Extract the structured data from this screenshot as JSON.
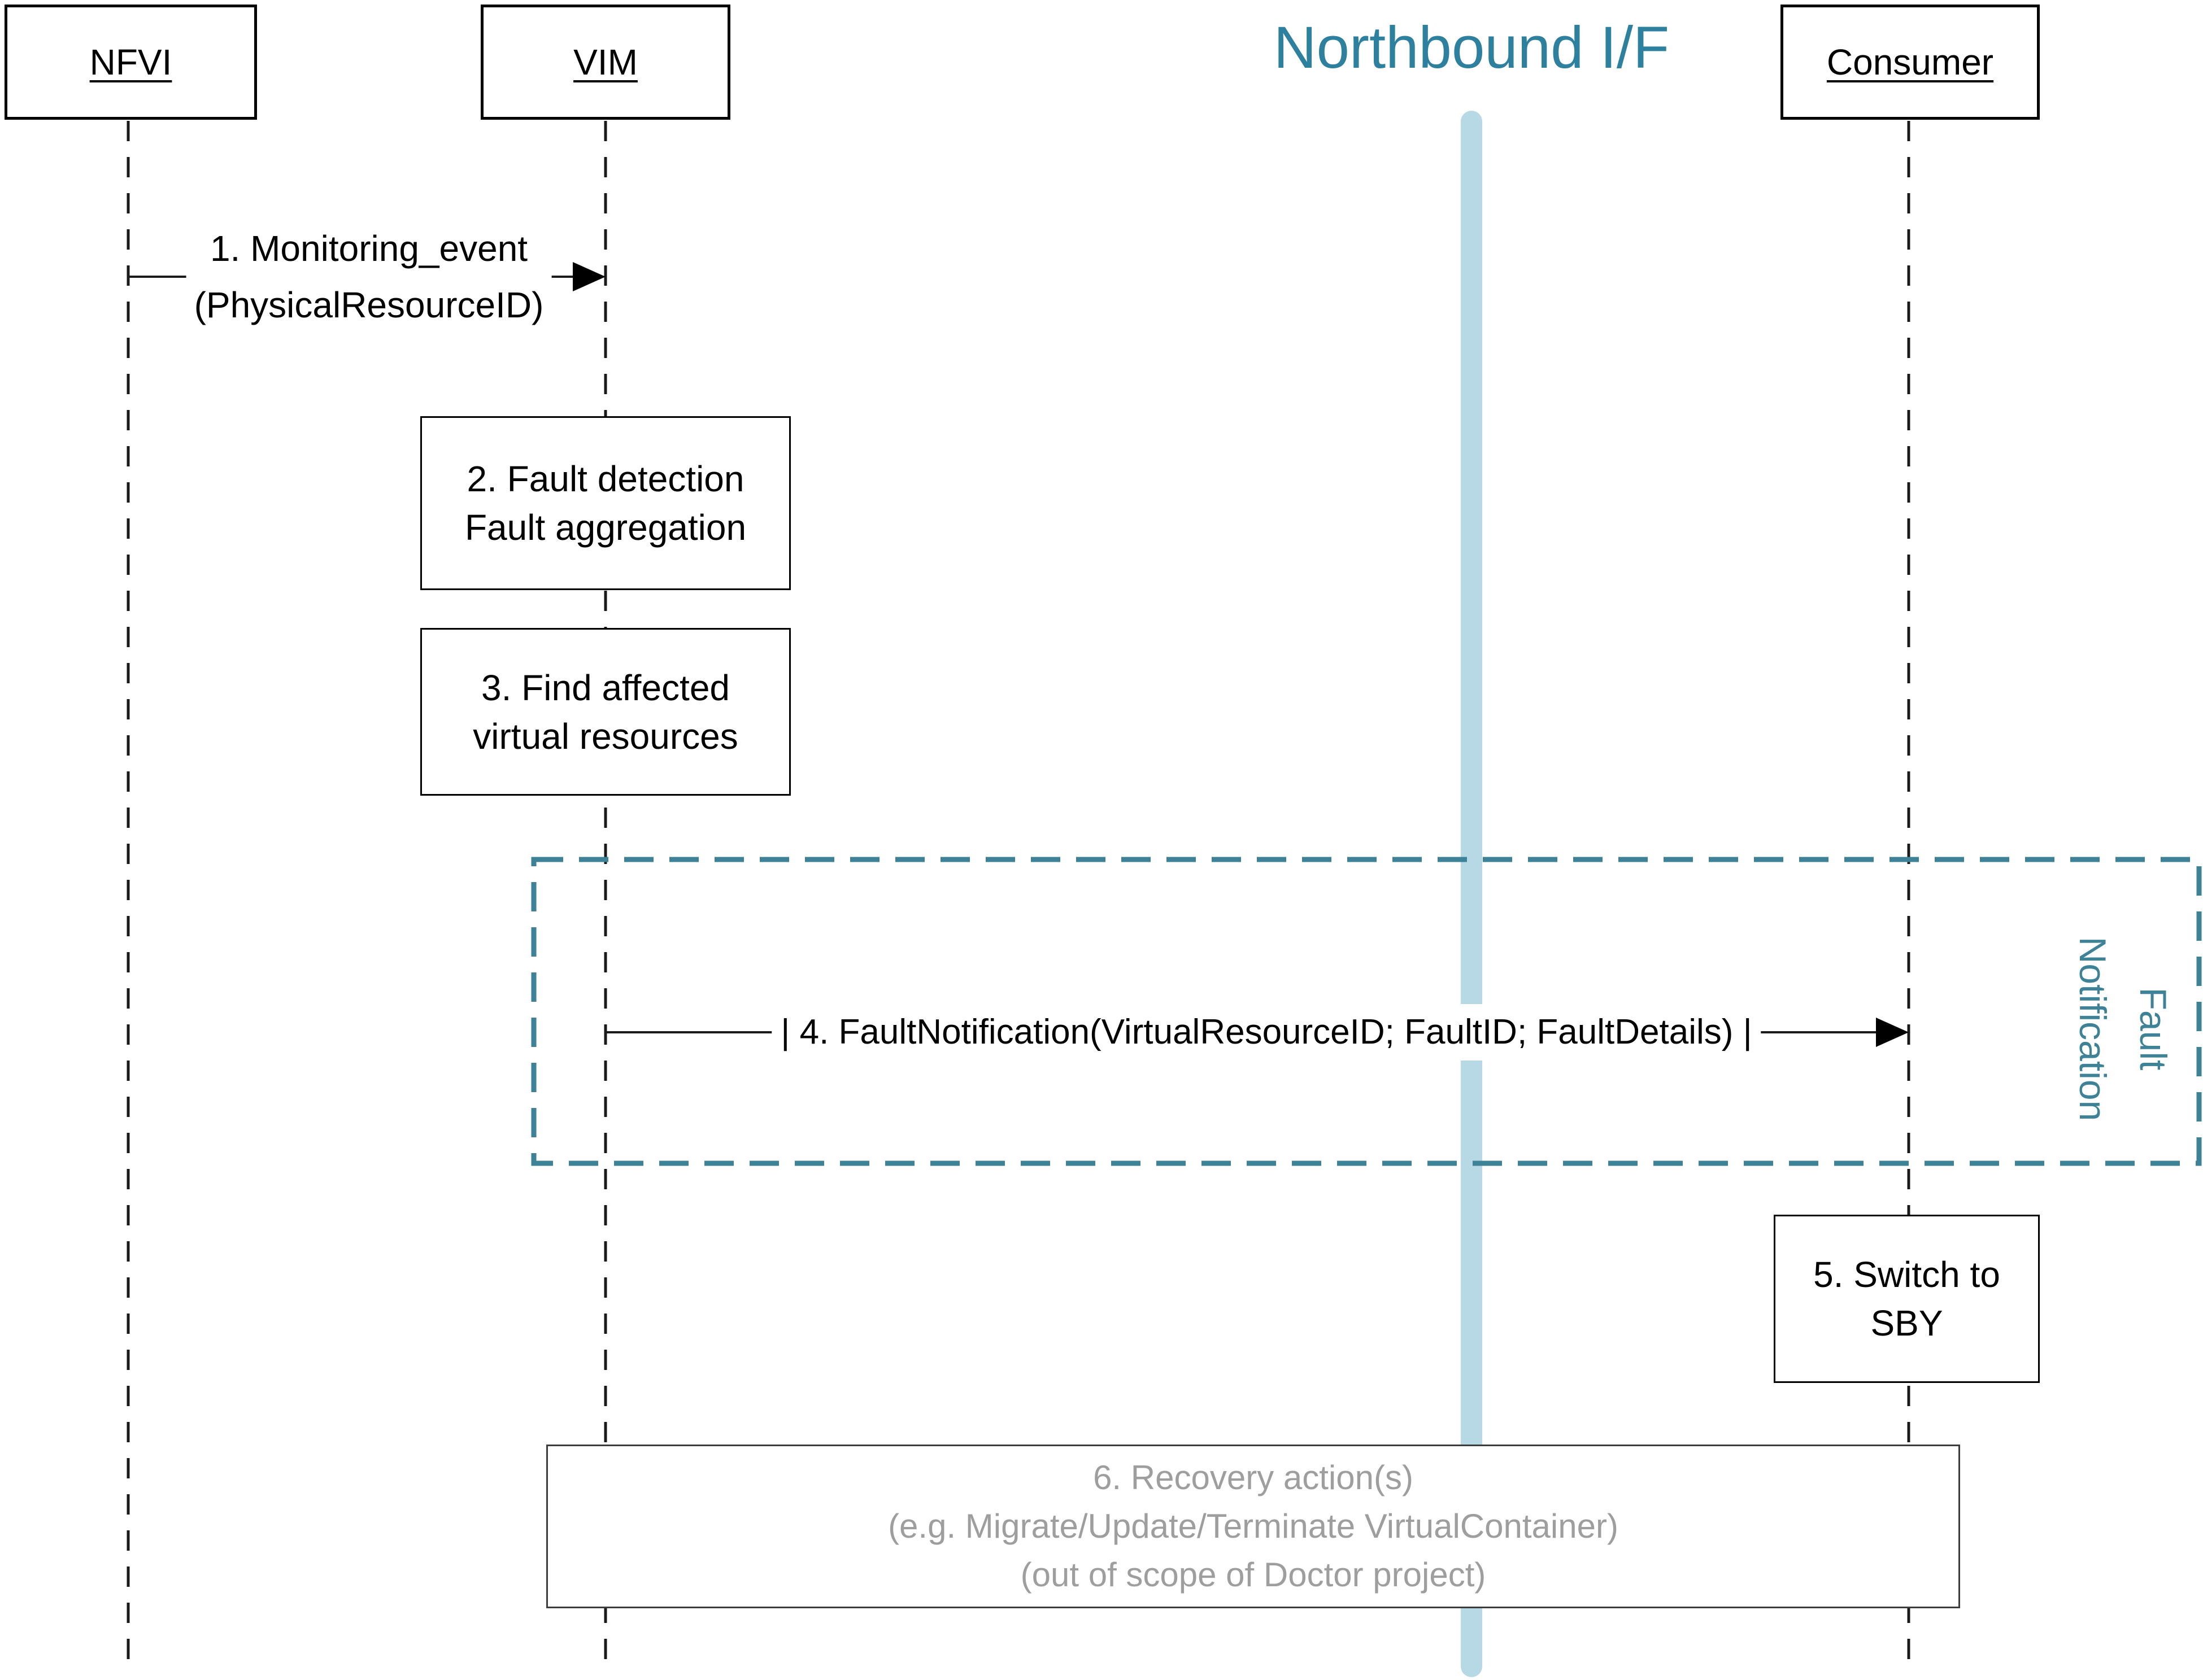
{
  "title": {
    "text": "Northbound I/F"
  },
  "actors": {
    "nfvi": "NFVI",
    "vim": "VIM",
    "consumer": "Consumer"
  },
  "messages": {
    "m1": {
      "line1": "1. Monitoring_event",
      "line2": "(PhysicalResourceID)"
    },
    "m4": {
      "label": "| 4. FaultNotification(VirtualResourceID; FaultID; FaultDetails) |"
    }
  },
  "boxes": {
    "b2": {
      "line1": "2. Fault detection",
      "line2": "Fault aggregation"
    },
    "b3": {
      "line1": "3. Find affected",
      "line2": "virtual resources"
    },
    "b5": {
      "line1": "5. Switch to",
      "line2": "SBY"
    },
    "b6": {
      "line1": "6. Recovery action(s)",
      "line2": "(e.g. Migrate/Update/Terminate VirtualContainer)",
      "line3": "(out of scope of Doctor project)"
    }
  },
  "frame": {
    "line1": "Fault",
    "line2": "Notification"
  },
  "colors": {
    "title_teal": "#2D809E",
    "frame_teal": "#3D8296",
    "northbound_band": "#B7D9E6",
    "recovery_gray_text": "#9E9E9E",
    "lifeline_black": "#1a1a1a"
  }
}
